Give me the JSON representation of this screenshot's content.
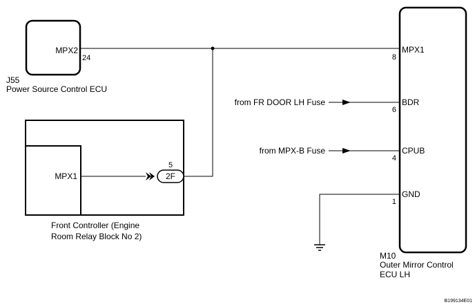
{
  "power_source_ecu": {
    "code": "J55",
    "name": "Power Source Control ECU",
    "terminal": "MPX2",
    "pin": "24"
  },
  "front_controller": {
    "name_line1": "Front Controller (Engine",
    "name_line2": "Room Relay Block No 2)",
    "terminal": "MPX1",
    "connector": "2F",
    "connector_pin": "5"
  },
  "mirror_ecu": {
    "code": "M10",
    "name_line1": "Outer Mirror Control",
    "name_line2": "ECU LH",
    "terminals": [
      {
        "name": "MPX1",
        "pin": "8"
      },
      {
        "name": "BDR",
        "pin": "6"
      },
      {
        "name": "CPUB",
        "pin": "4"
      },
      {
        "name": "GND",
        "pin": "1"
      }
    ]
  },
  "inputs": [
    {
      "label": "from FR DOOR LH Fuse"
    },
    {
      "label": "from MPX-B Fuse"
    }
  ],
  "figure_id": "B199134E01"
}
